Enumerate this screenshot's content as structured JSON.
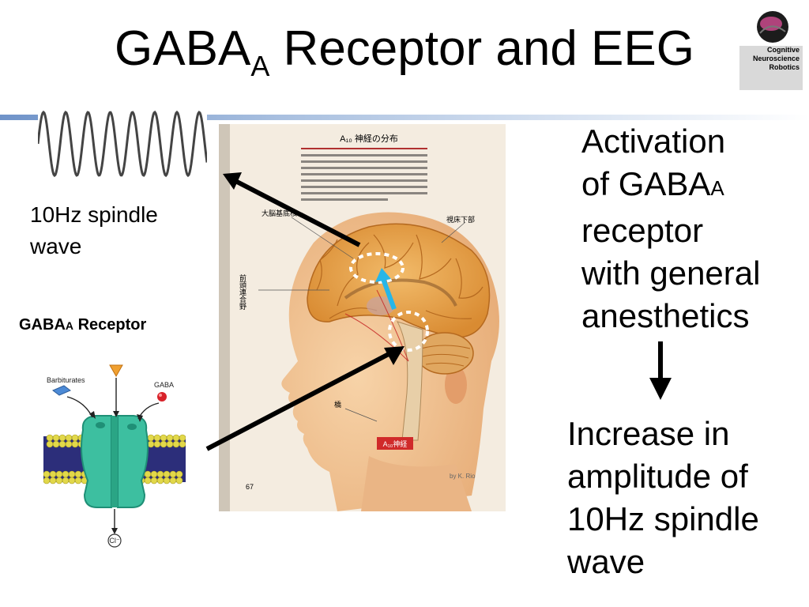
{
  "title": {
    "main": "GABA",
    "sub": "A",
    "rest": " Receptor and EEG"
  },
  "logo": {
    "line1": "Cognitive",
    "line2": "Neuroscience",
    "line3": "Robotics"
  },
  "spindle": {
    "line1": "10Hz spindle",
    "line2": "wave"
  },
  "receptor": {
    "title_main": "GABA",
    "title_sub": "A",
    "title_rest": " Receptor",
    "barbiturates": "Barbiturates",
    "gaba": "GABA",
    "chloride": "Cl⁻"
  },
  "brain_figure": {
    "heading": "A₁₀ 神経の分布",
    "label_cortex": "大脳基底核",
    "label_hypothalamus": "視床下部",
    "label_frontal": "前頭連合野",
    "label_pons": "橋",
    "label_a10": "A₁₀神経",
    "page_number": "67",
    "credit": "by K. Rio"
  },
  "activation": {
    "line1": "Activation",
    "line2_main": "of GABA",
    "line2_sub": "A",
    "line3": "receptor",
    "line4": "with general",
    "line5": "anesthetics"
  },
  "increase": {
    "line1": "Increase in",
    "line2": "amplitude of",
    "line3": "10Hz spindle",
    "line4": "wave"
  },
  "colors": {
    "rule_blue": "#6f93c9",
    "receptor_teal": "#3dbfa0",
    "membrane_yellow": "#e2d84a",
    "membrane_navy": "#2c2e7a",
    "cyan_arrow": "#27b6e8",
    "brain_tan": "#e6a24f",
    "page_paper": "#f4ece0"
  }
}
